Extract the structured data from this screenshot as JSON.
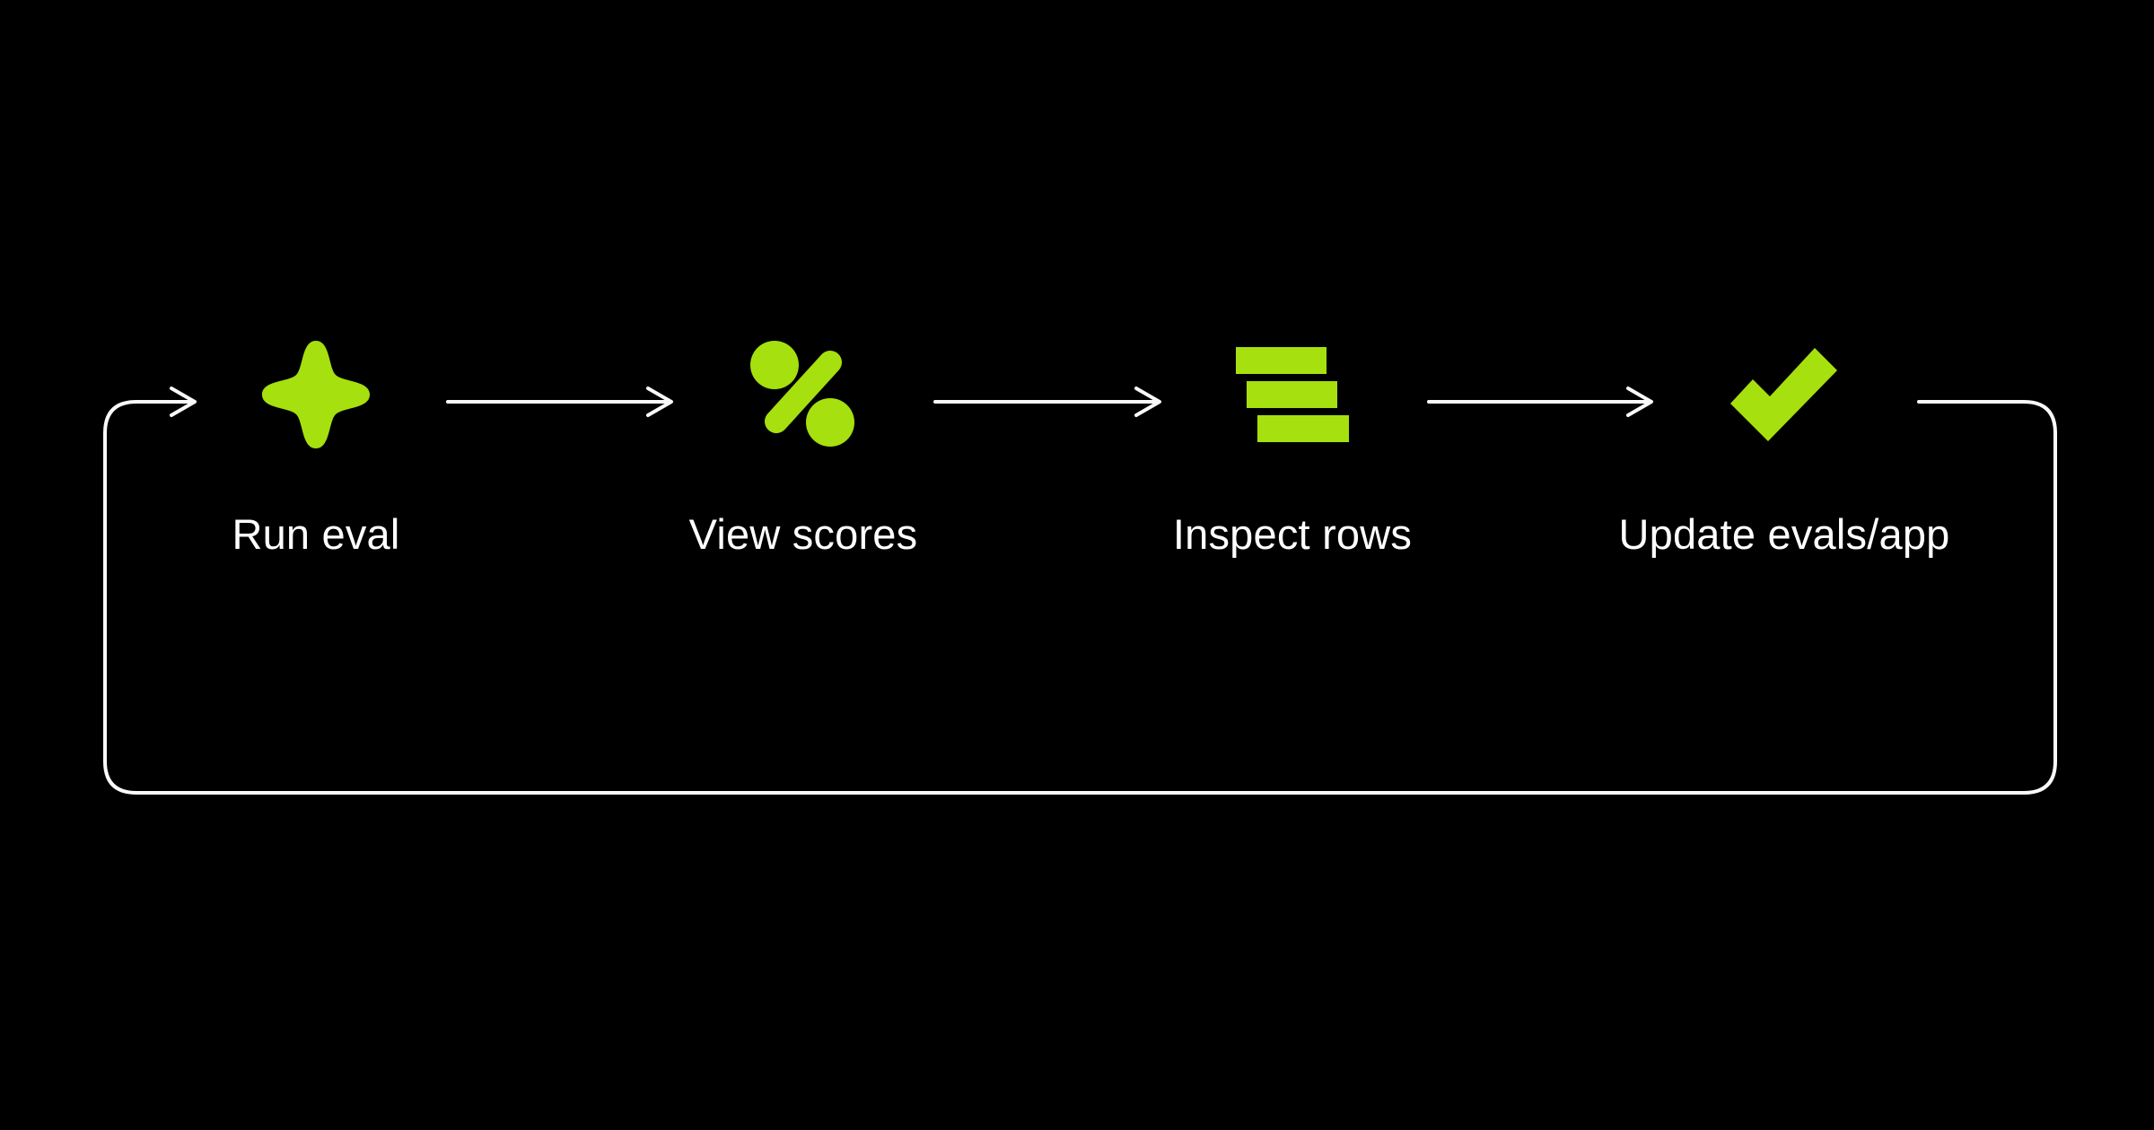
{
  "colors": {
    "bg": "#000000",
    "accent": "#A6E00E",
    "line": "#FAFAFA",
    "text": "#FFFFFF"
  },
  "diagram": {
    "type": "cyclic-flow",
    "steps": [
      {
        "id": "run-eval",
        "label": "Run eval",
        "icon": "sparkle-icon"
      },
      {
        "id": "view-scores",
        "label": "View scores",
        "icon": "percent-icon"
      },
      {
        "id": "inspect-rows",
        "label": "Inspect rows",
        "icon": "rows-icon"
      },
      {
        "id": "update-evals-app",
        "label": "Update evals/app",
        "icon": "check-icon"
      }
    ],
    "edges": [
      {
        "from": "run-eval",
        "to": "view-scores",
        "type": "arrow"
      },
      {
        "from": "view-scores",
        "to": "inspect-rows",
        "type": "arrow"
      },
      {
        "from": "inspect-rows",
        "to": "update-evals-app",
        "type": "arrow"
      },
      {
        "from": "update-evals-app",
        "to": "run-eval",
        "type": "loop-back-arrow"
      }
    ]
  }
}
